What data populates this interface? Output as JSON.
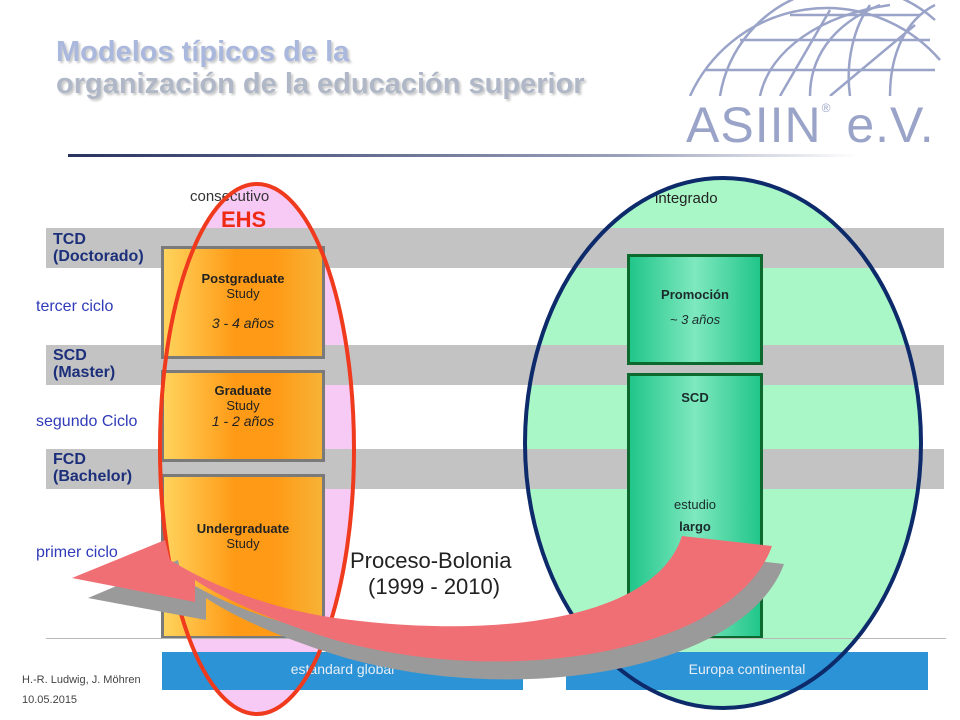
{
  "title": {
    "line1": "Modelos típicos de la",
    "line2": "organización de la educación superior"
  },
  "logo": {
    "text": "ASIIN",
    "registered": "®",
    "suffix": "e.V."
  },
  "columns": {
    "left_heading": "consecutivo",
    "left_badge": "EHS",
    "right_heading": "integrado"
  },
  "bands": [
    {
      "line1": "TCD",
      "line2": "(Doctorado)"
    },
    {
      "line1": "SCD",
      "line2": "(Master)"
    },
    {
      "line1": "FCD",
      "line2": "(Bachelor)"
    }
  ],
  "cycles": [
    "tercer ciclo",
    "segundo Ciclo",
    "primer ciclo"
  ],
  "left_boxes": [
    {
      "title": "Postgraduate",
      "subtitle": "Study",
      "duration": "3 - 4 años"
    },
    {
      "title": "Graduate",
      "subtitle": "Study",
      "duration": "1 - 2 años"
    },
    {
      "title": "Undergraduate",
      "subtitle": "Study"
    }
  ],
  "right_boxes": [
    {
      "title": "Promoción",
      "duration": "~ 3 años"
    },
    {
      "title": "SCD",
      "line1": "estudio",
      "line2": "largo"
    }
  ],
  "bologna": {
    "label": "Proceso-Bolonia",
    "years": "(1999 - 2010)"
  },
  "footer": {
    "left": "estandard global",
    "right": "Europa continental"
  },
  "credit": {
    "author": "H.-R. Ludwig, J. Möhren",
    "date": "10.05.2015"
  },
  "colors": {
    "red_ellipse": "#ef3a1e",
    "navy_ellipse": "#0d2a6b",
    "pink_fill": "#f7c9f5",
    "green_fill": "#a9f7c7",
    "arrow": "#f06f74"
  }
}
